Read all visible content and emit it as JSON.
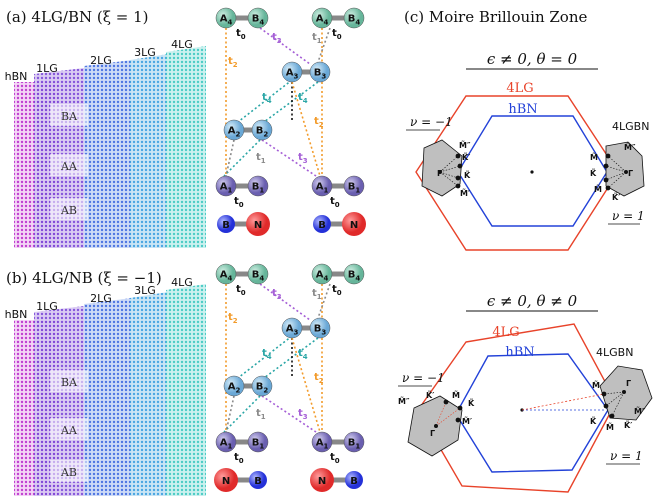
{
  "panel_a": {
    "title": "(a) 4LG/BN (ξ = 1)",
    "layer_labels": [
      "hBN",
      "1LG",
      "2LG",
      "3LG",
      "4LG"
    ],
    "stacking_labels": [
      "BA",
      "AA",
      "AB"
    ]
  },
  "panel_b": {
    "title": "(b) 4LG/NB (ξ = −1)",
    "layer_labels": [
      "hBN",
      "1LG",
      "2LG",
      "3LG",
      "4LG"
    ],
    "stacking_labels": [
      "BA",
      "AA",
      "AB"
    ]
  },
  "hopping": {
    "atoms": [
      "A4",
      "B4",
      "A3",
      "B3",
      "A2",
      "B2",
      "A1",
      "B1"
    ],
    "params": [
      "t0",
      "t1",
      "t2",
      "t3",
      "t4"
    ],
    "bn_top": [
      "B",
      "N"
    ],
    "bn_bottom": [
      "N",
      "B"
    ],
    "colors": {
      "t1": "#8a8a8a",
      "t2": "#f29b2b",
      "t3": "#a55fd6",
      "t4": "#2aa6a6"
    }
  },
  "panel_c": {
    "title": "(c) Moire Brillouin Zone",
    "top_condition": "ϵ ≠ 0, θ = 0",
    "bottom_condition": "ϵ ≠ 0, θ ≠ 0",
    "hex_labels": {
      "outer": "4LG",
      "inner": "hBN",
      "mini": "4LGBN"
    },
    "valley_labels": {
      "left": "ν = −1",
      "right": "ν = 1"
    },
    "points": [
      "Γ̃",
      "K̃",
      "K̃′",
      "M̃",
      "M̃′",
      "M̃″"
    ],
    "colors": {
      "4LG": "#e8432a",
      "hBN": "#2342d8"
    }
  }
}
